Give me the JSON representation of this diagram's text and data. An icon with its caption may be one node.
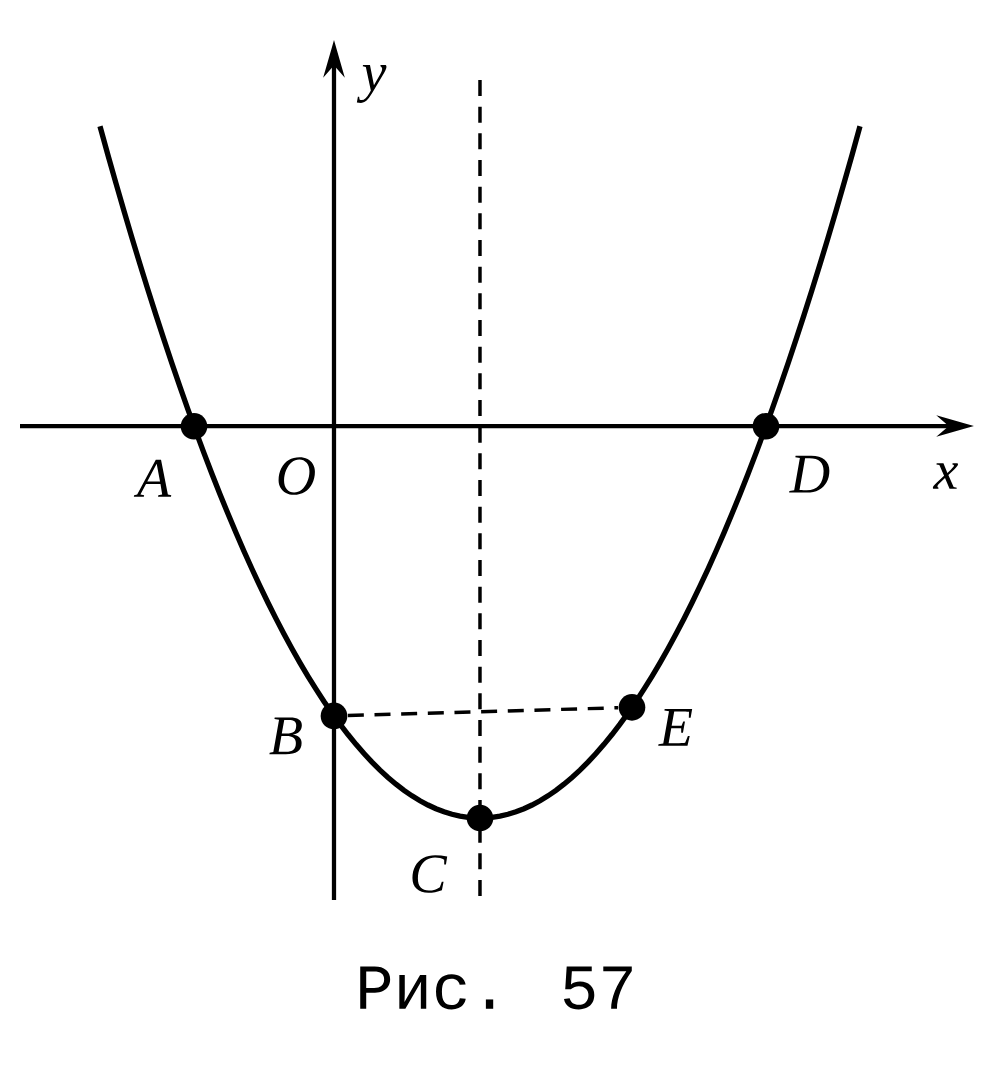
{
  "diagram": {
    "caption": "Рис. 57",
    "nodes": [
      {
        "text": [],
        "shape": "circle",
        "beside": [
          "A"
        ]
      },
      {
        "text": [],
        "shape": "circle",
        "beside": [
          "D"
        ]
      },
      {
        "text": [],
        "shape": "circle",
        "beside": [
          "B"
        ]
      },
      {
        "text": [],
        "shape": "circle",
        "beside": [
          "E"
        ]
      },
      {
        "text": [],
        "shape": "circle",
        "beside": [
          "C"
        ]
      }
    ],
    "edges": [
      {
        "from": 2,
        "to": 3,
        "arrow": "none",
        "style": "dashed"
      }
    ],
    "labels": [
      "y",
      "O",
      "x"
    ]
  }
}
